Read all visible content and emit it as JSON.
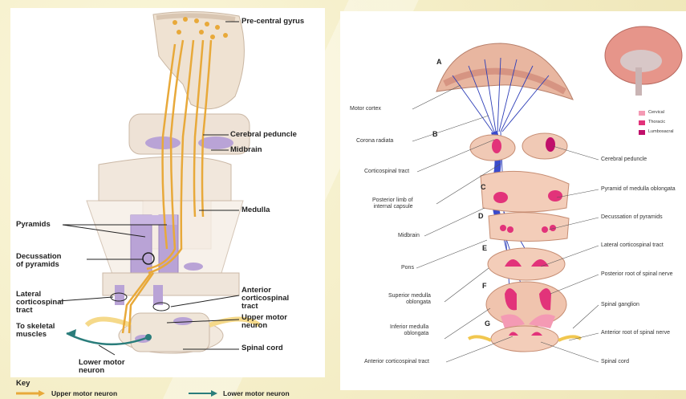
{
  "left_figure": {
    "labels": {
      "precentral": "Pre-central gyrus",
      "peduncle": "Cerebral peduncle",
      "midbrain": "Midbrain",
      "medulla": "Medulla",
      "pyramids": "Pyramids",
      "decussation": "Decussation\nof pyramids",
      "lateral_tract": "Lateral\ncorticospinal\ntract",
      "anterior_tract": "Anterior\ncorticospinal\ntract",
      "upper_motor": "Upper motor\nneuron",
      "skeletal": "To skeletal\nmuscles",
      "spinal_cord": "Spinal cord",
      "lower_motor": "Lower motor\nneuron"
    },
    "key": {
      "title": "Key",
      "upper": "Upper motor neuron",
      "lower": "Lower motor neuron"
    },
    "colors": {
      "upper_neuron": "#e8a93a",
      "lower_neuron": "#2a7d7b",
      "pyramid": "#b9a3d6"
    }
  },
  "right_figure": {
    "letters": [
      "A",
      "B",
      "C",
      "D",
      "E",
      "F",
      "G"
    ],
    "left_labels": {
      "motor_cortex": "Motor cortex",
      "corona": "Corona radiata",
      "corticospinal": "Corticospinal tract",
      "posterior_limb": "Posterior limb of\ninternal capsule",
      "midbrain": "Midbrain",
      "pons": "Pons",
      "sup_medulla": "Superior medulla\noblongata",
      "inf_medulla": "Inferior medulla\noblongata",
      "ant_cst": "Anterior corticospinal tract"
    },
    "right_labels": {
      "peduncle": "Cerebral peduncle",
      "pyramid_medulla": "Pyramid of medulla oblongata",
      "decussation": "Decussation of pyramids",
      "lateral_cst": "Lateral corticospinal tract",
      "post_root": "Posterior root of spinal nerve",
      "ganglion": "Spinal ganglion",
      "ant_root": "Anterior root of spinal nerve",
      "spinal_cord": "Spinal cord"
    },
    "legend": [
      "Cervical",
      "Thoracic",
      "Lumbosacral"
    ],
    "colors": {
      "cervical": "#f49ab4",
      "thoracic": "#e2337a",
      "lumbosacral": "#c0106a",
      "fibers": "#2e3fb8"
    }
  }
}
